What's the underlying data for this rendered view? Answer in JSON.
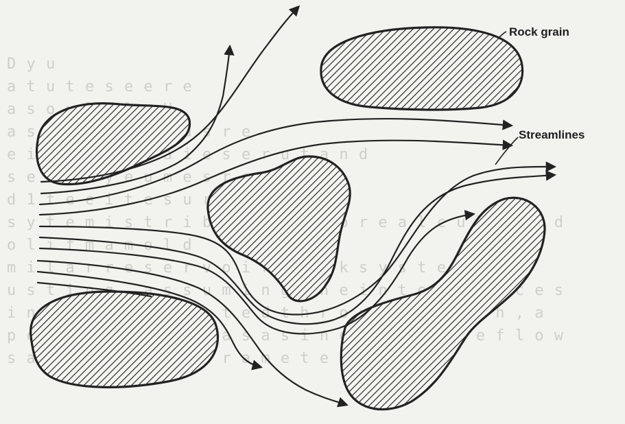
{
  "diagram": {
    "labels": {
      "rock_grain": "Rock grain",
      "streamlines": "Streamlines"
    },
    "colors": {
      "ink": "#222222",
      "paper": "#f2f2ef",
      "bleed_text": "#cfcfca"
    },
    "background_text_lines": [
      "D       y    u",
      "        a                  t  u  t    e  s  e       e  r e",
      "        a  s  o u   l    u     l  . H",
      "      a  s    m  t  n t   ,    e    r    a  s r     e",
      "      e   i  f   r  e  t     i  n         a  i  e  s  e  r  u  t    a  n  d",
      "      s  e    i  i        n    y             e  u  m  e  s  r  e    e  c  t  d",
      "      d  1  t  e    e    i  t    e    s  u  r  e    p  r  e  s  s  .",
      "      s  y  t  e  m      i  s  t  r  i  b  u  t  i  o  n    f  o  r    e  a  l  c  u  l  a  t  e  d",
      "      o  l  i  f  m    a  m    o  l    d",
      "      m  i  l  a  r    r  e  s  e  r  v  o  i  r    r  o  c  k    s  y  s  t  e  m  s  .",
      "      u  s  t  i  n  g  ,    a  s  s  u  m  i  n  g    t  h  e    i  n  t  e  r  s  t  i  c  e  s",
      "      i  n  t  e  r  c  o  n  n  e  c  t  e  d    t  h  r  o  u  g  h    w  h  i  c  h  ,  a",
      "      p  o  r  o  u  s    m  e  d  i  a    a  s    a    s  i  n  g  l  e    p  h  a  s  e    f  l  o  w",
      "      s  a  t  u  r  a  t  e  d    p  a  r  a  m  e  t  e  r  s"
    ]
  }
}
